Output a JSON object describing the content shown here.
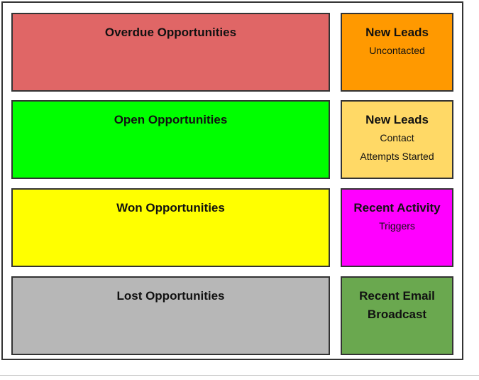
{
  "left_cards": [
    {
      "title": "Overdue Opportunities",
      "color": "#e06666"
    },
    {
      "title": "Open Opportunities",
      "color": "#00ff00"
    },
    {
      "title": "Won Opportunities",
      "color": "#ffff00"
    },
    {
      "title": "Lost Opportunities",
      "color": "#b7b7b7"
    }
  ],
  "right_cards": [
    {
      "title": "New Leads",
      "lines": [
        "Uncontacted"
      ],
      "color": "#ff9900"
    },
    {
      "title": "New Leads",
      "lines": [
        "Contact",
        "Attempts Started"
      ],
      "color": "#ffd966"
    },
    {
      "title": "Recent Activity",
      "lines": [
        "Triggers"
      ],
      "color": "#ff00ff"
    },
    {
      "title": "Recent Email",
      "lines": [
        "Broadcast"
      ],
      "color": "#6aa84f"
    }
  ]
}
